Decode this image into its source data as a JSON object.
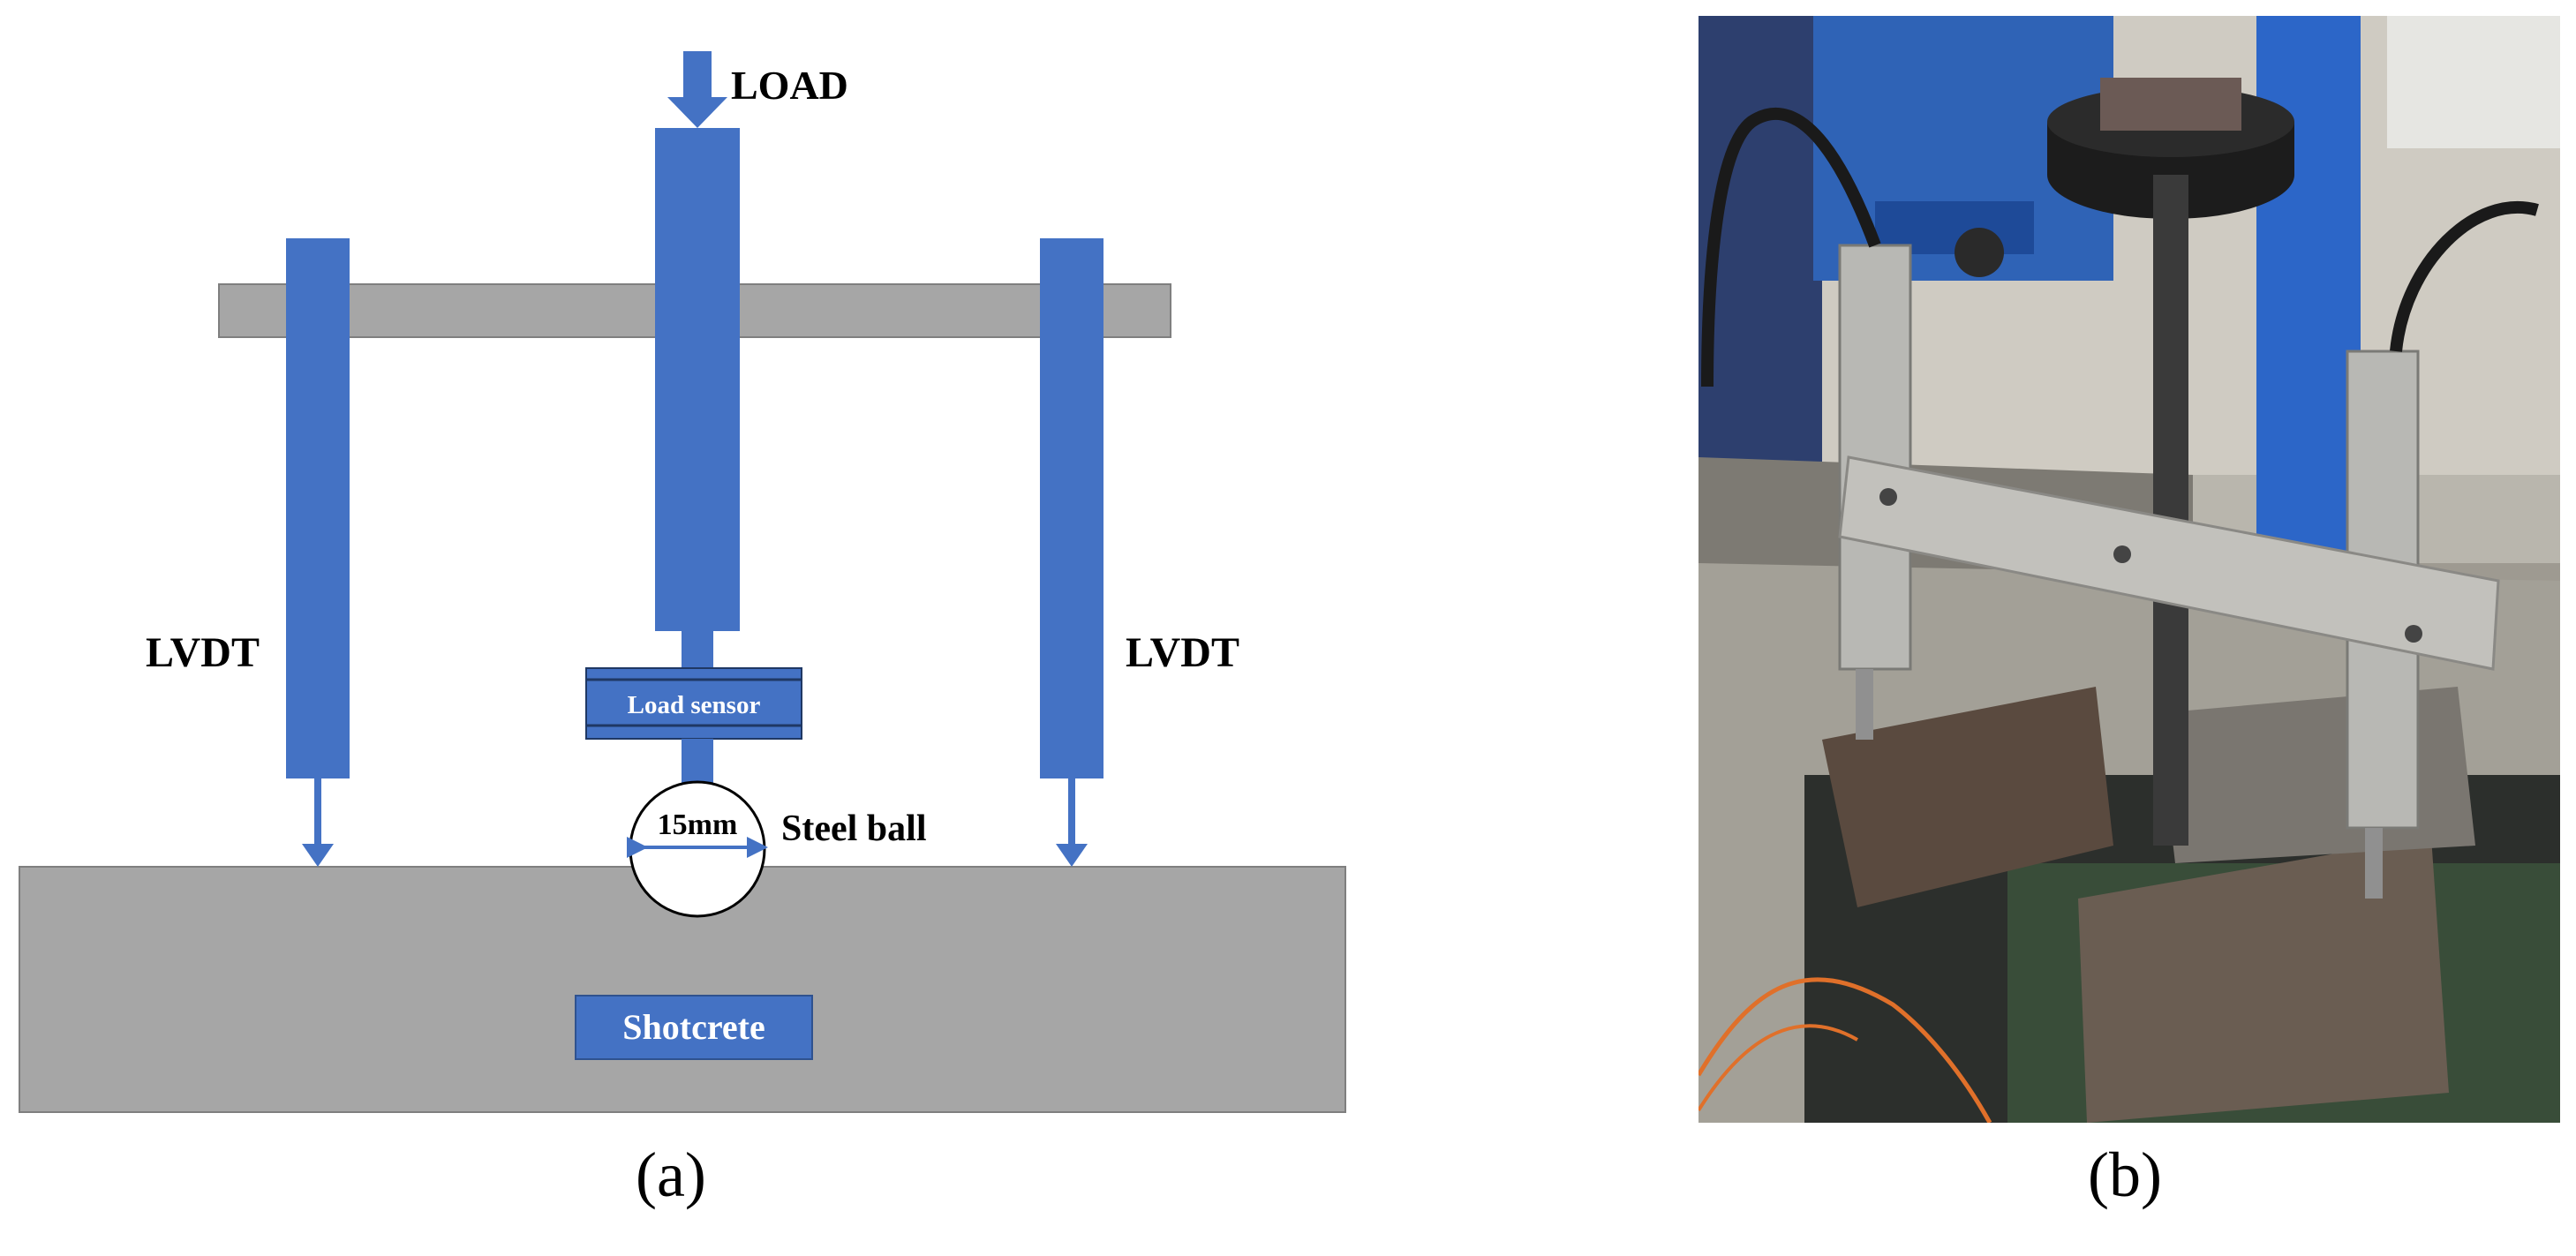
{
  "diagram": {
    "load_label": "LOAD",
    "lvdt_left_label": "LVDT",
    "lvdt_right_label": "LVDT",
    "load_sensor_label": "Load sensor",
    "ball_diameter_label": "15mm",
    "steel_ball_label": "Steel ball",
    "shotcrete_label": "Shotcrete",
    "colors": {
      "blue": "#4472c4",
      "gray": "#a6a6a6",
      "border": "#7f7f7f"
    }
  },
  "captions": {
    "a": "(a)",
    "b": "(b)"
  },
  "photo": {
    "icon": "lab-test-photo"
  }
}
